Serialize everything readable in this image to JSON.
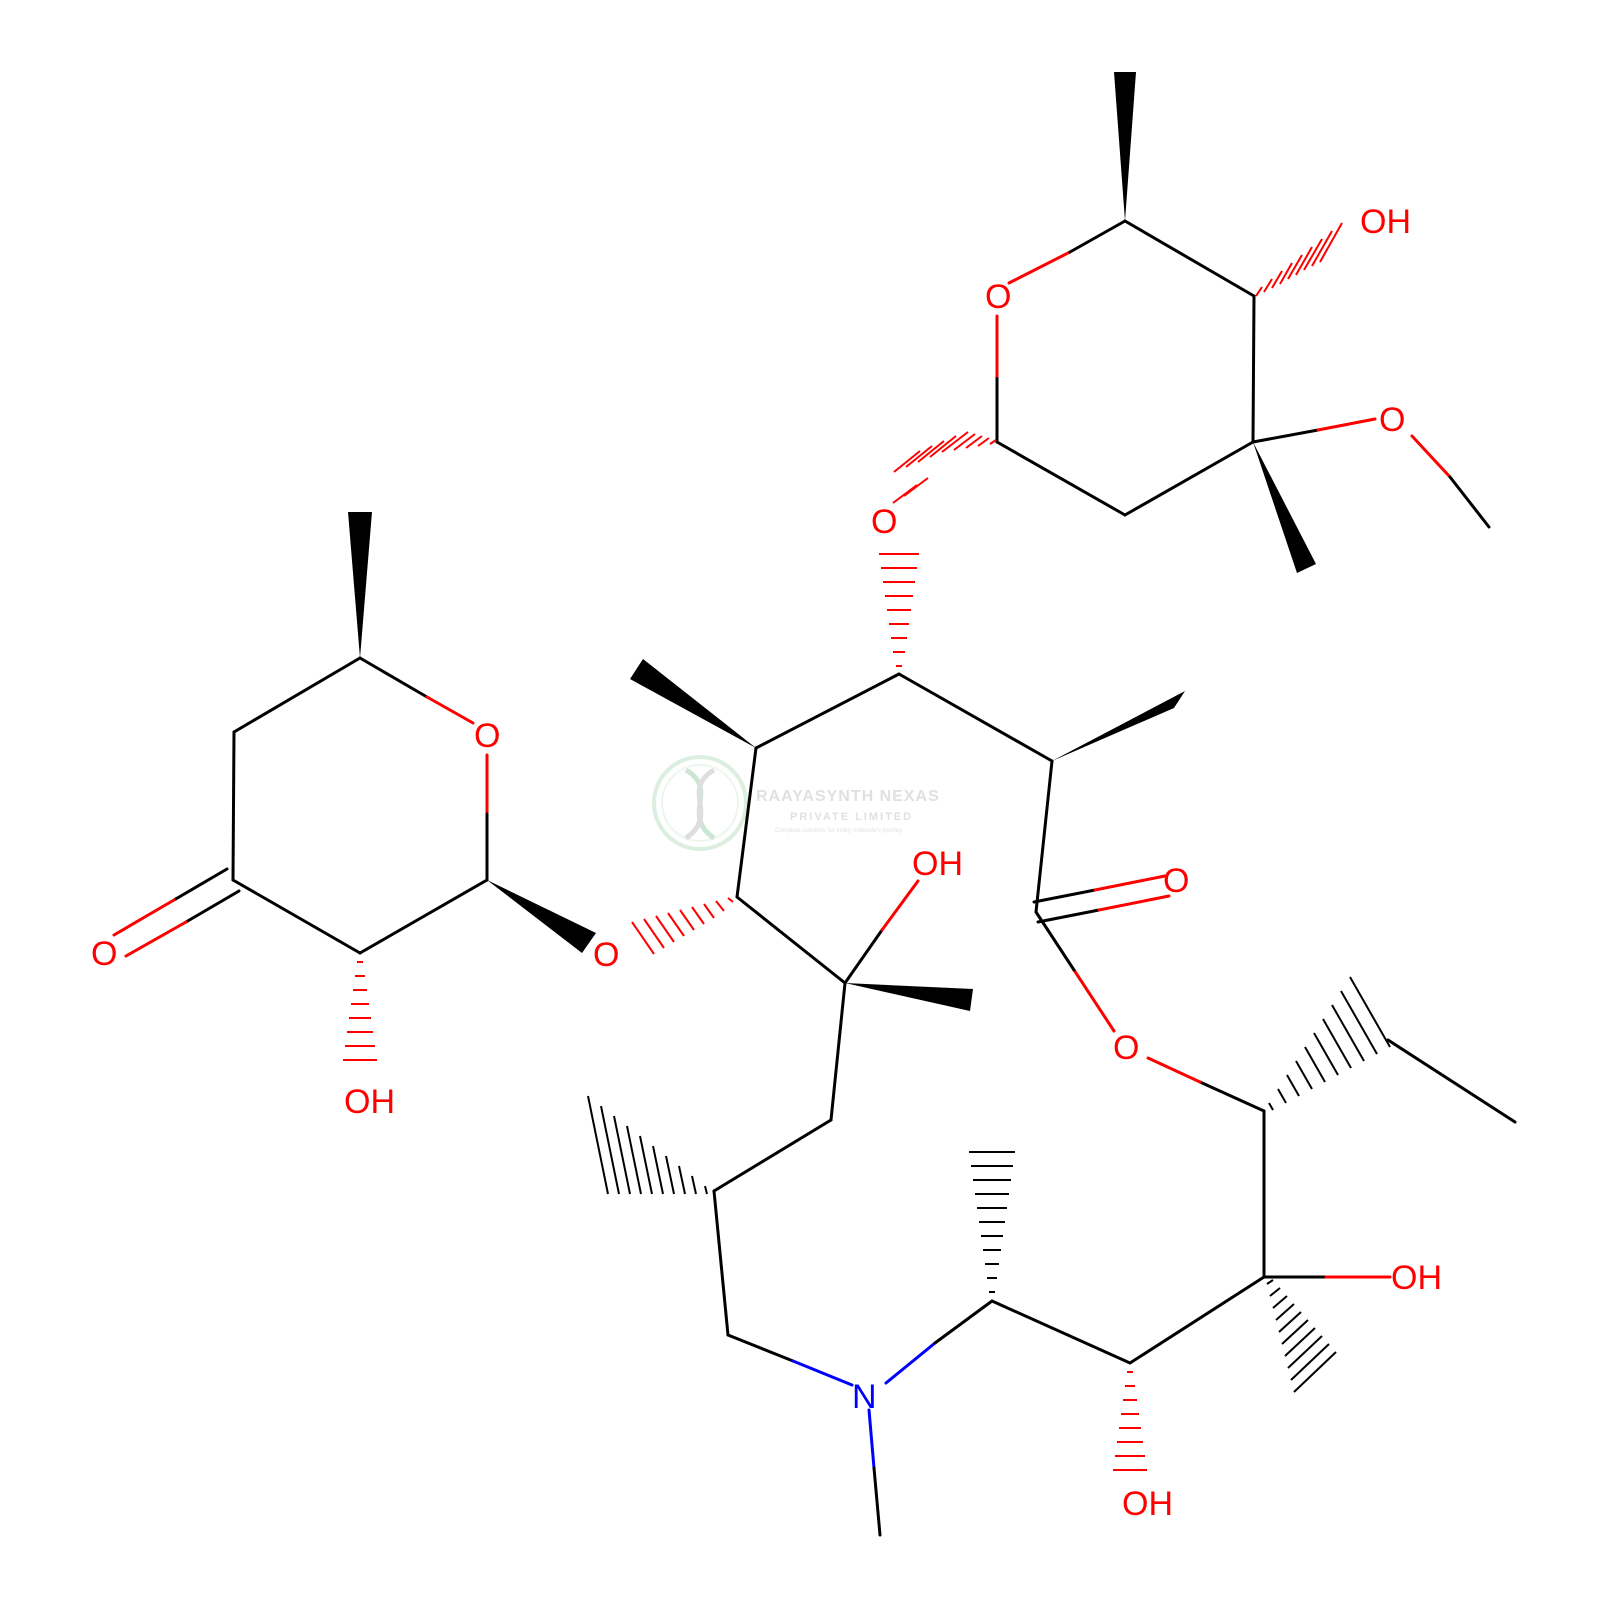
{
  "structure": {
    "colors": {
      "bond": "#000000",
      "oxygen": "#ff0000",
      "nitrogen": "#0000ff"
    },
    "labels": {
      "o_ring_top": "O",
      "oh_top_right": "OH",
      "o_methoxy": "O",
      "o_glycoside_top": "O",
      "o_ring_left": "O",
      "o_ketone": "O",
      "oh_left_sugar": "OH",
      "o_glycoside_left": "O",
      "oh_tertiary": "OH",
      "o_carbonyl": "O",
      "o_ester": "O",
      "oh_right_1": "OH",
      "oh_bottom": "OH",
      "n_amine": "N"
    }
  },
  "watermark": {
    "company": "RAAYASYNTH NEXAS",
    "subtitle": "PRIVATE LIMITED",
    "tagline": "Complete solutions for every molecule's journey",
    "logo": "dna-helix-logo"
  }
}
